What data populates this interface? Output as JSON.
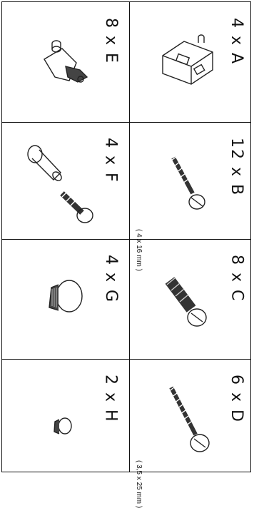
{
  "parts": [
    {
      "id": "A",
      "qty_label": "4 x A",
      "dimension": ""
    },
    {
      "id": "E",
      "qty_label": "8 x E",
      "dimension": ""
    },
    {
      "id": "B",
      "qty_label": "12 x B",
      "dimension": "( 4 x 16 mm )"
    },
    {
      "id": "F",
      "qty_label": "4 x F",
      "dimension": ""
    },
    {
      "id": "C",
      "qty_label": "8 x C",
      "dimension": ""
    },
    {
      "id": "G",
      "qty_label": "4 x G",
      "dimension": ""
    },
    {
      "id": "D",
      "qty_label": "6 x D",
      "dimension": "( 3,5 x 25 mm )"
    },
    {
      "id": "H",
      "qty_label": "2 x H",
      "dimension": ""
    }
  ]
}
